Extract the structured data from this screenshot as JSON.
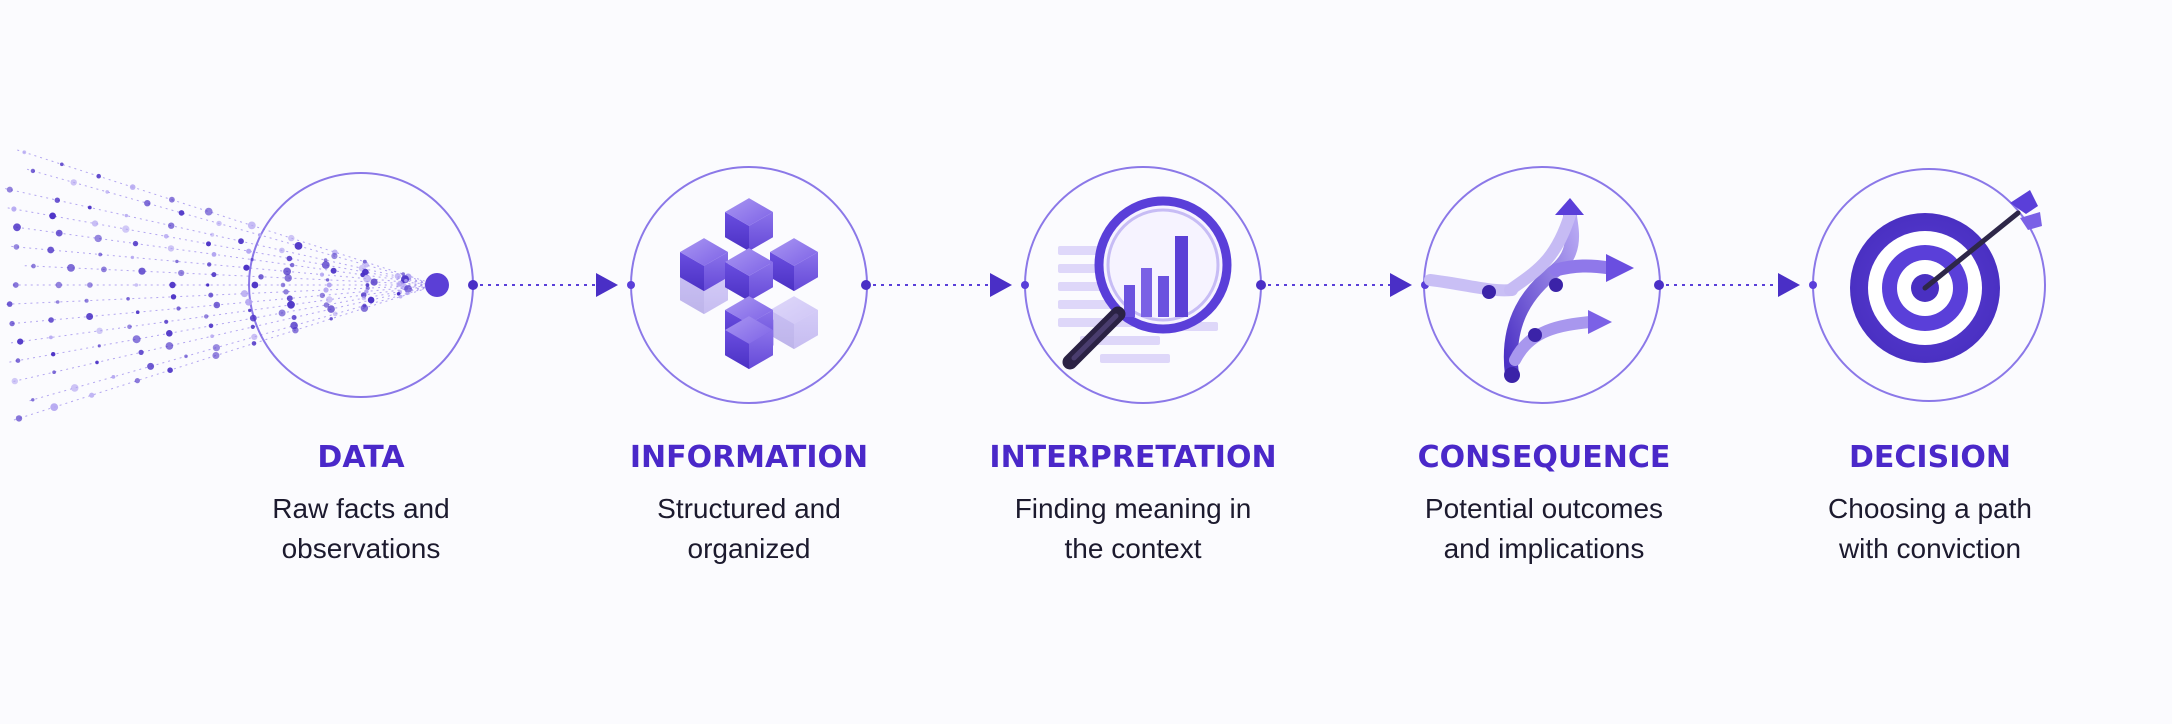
{
  "colors": {
    "accent": "#5a3fd9",
    "accent_dark": "#3b23a8",
    "accent_light": "#c9bff5",
    "title": "#4a28c9",
    "text": "#1c1a2e",
    "background": "#fbfbfe"
  },
  "stages": [
    {
      "title": "DATA",
      "desc_line1": "Raw facts and",
      "desc_line2": "observations",
      "icon": "scattered-data-points-icon"
    },
    {
      "title": "INFORMATION",
      "desc_line1": "Structured and",
      "desc_line2": "organized",
      "icon": "stacked-cubes-icon"
    },
    {
      "title": "INTERPRETATION",
      "desc_line1": "Finding meaning in",
      "desc_line2": "the context",
      "icon": "magnifier-bar-chart-icon"
    },
    {
      "title": "CONSEQUENCE",
      "desc_line1": "Potential outcomes",
      "desc_line2": "and implications",
      "icon": "branching-arrows-icon"
    },
    {
      "title": "DECISION",
      "desc_line1": "Choosing a path",
      "desc_line2": "with conviction",
      "icon": "target-arrow-icon"
    }
  ]
}
